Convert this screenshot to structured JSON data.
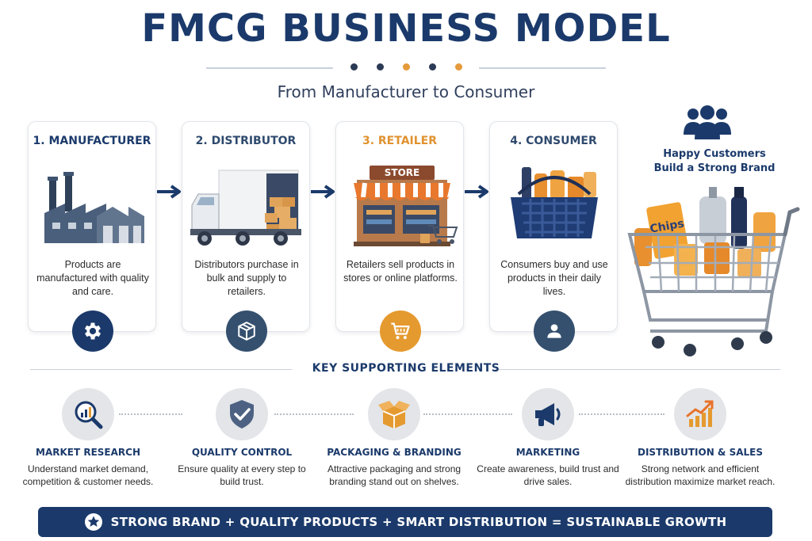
{
  "header": {
    "title": "FMCG BUSINESS MODEL",
    "subtitle": "From Manufacturer to Consumer",
    "dot_colors": [
      "#2b3a55",
      "#2b3a55",
      "#e59a3b",
      "#2b3a55",
      "#e59a3b"
    ]
  },
  "steps": [
    {
      "title": "1. MANUFACTURER",
      "desc": "Products are manufactured with quality and care.",
      "title_color": "#1b3a6b",
      "badge_color": "#1b3a6b",
      "badge_icon": "gear-icon"
    },
    {
      "title": "2. DISTRIBUTOR",
      "desc": "Distributors purchase in bulk and supply to retailers.",
      "title_color": "#2f4a6e",
      "badge_color": "#35506f",
      "badge_icon": "box-icon"
    },
    {
      "title": "3. RETAILER",
      "desc": "Retailers sell products in stores or online platforms.",
      "title_color": "#e0922f",
      "badge_color": "#e59a2f",
      "badge_icon": "cart-icon"
    },
    {
      "title": "4. CONSUMER",
      "desc": "Consumers buy and use products in their daily lives.",
      "title_color": "#2f4a6e",
      "badge_color": "#35506f",
      "badge_icon": "user-icon"
    }
  ],
  "store_sign": "STORE",
  "chips_label": "Chips",
  "happy": {
    "line1": "Happy Customers",
    "line2": "Build a Strong Brand"
  },
  "key_title": "KEY SUPPORTING ELEMENTS",
  "elements": [
    {
      "title": "MARKET RESEARCH",
      "desc": "Understand market demand, competition & customer needs.",
      "icon": "magnifier-chart-icon"
    },
    {
      "title": "QUALITY CONTROL",
      "desc": "Ensure quality at every step to build trust.",
      "icon": "shield-check-icon"
    },
    {
      "title": "PACKAGING & BRANDING",
      "desc": "Attractive packaging and strong branding stand out on shelves.",
      "icon": "open-box-icon"
    },
    {
      "title": "MARKETING",
      "desc": "Create awareness, build trust and drive sales.",
      "icon": "megaphone-icon"
    },
    {
      "title": "DISTRIBUTION & SALES",
      "desc": "Strong network and efficient distribution maximize market reach.",
      "icon": "growth-chart-icon"
    }
  ],
  "banner": "STRONG BRAND + QUALITY PRODUCTS + SMART DISTRIBUTION = SUSTAINABLE GROWTH",
  "colors": {
    "navy": "#1b3a6b",
    "orange": "#e59a2f",
    "slate": "#35506f"
  }
}
